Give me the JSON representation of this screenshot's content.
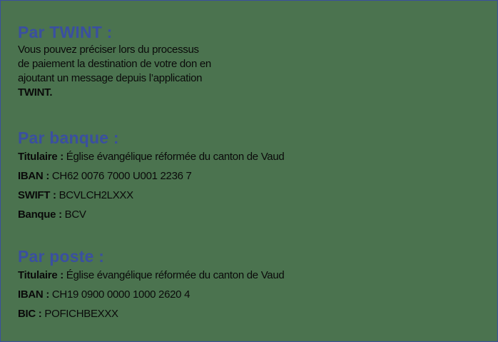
{
  "twint": {
    "heading": "Par TWINT :",
    "lines": [
      "Vous pouvez préciser lors du processus",
      "de paiement la destination de votre don en",
      "ajoutant un message depuis l’application"
    ],
    "last_line": "TWINT."
  },
  "banque": {
    "heading": "Par banque :",
    "rows": [
      {
        "label": "Titulaire :",
        "value": " Église évangélique réformée du canton de Vaud"
      },
      {
        "label": "IBAN :",
        "value": " CH62 0076 7000 U001 2236 7"
      },
      {
        "label": "SWIFT :",
        "value": " BCVLCH2LXXX"
      },
      {
        "label": "Banque :",
        "value": " BCV"
      }
    ]
  },
  "poste": {
    "heading": "Par poste :",
    "rows": [
      {
        "label": "Titulaire :",
        "value": " Église évangélique réformée du canton de Vaud"
      },
      {
        "label": "IBAN :",
        "value": " CH19 0900 0000 1000 2620 4"
      },
      {
        "label": "BIC :",
        "value": " POFICHBEXXX"
      }
    ]
  },
  "colors": {
    "background": "#4b734f",
    "heading": "#3a4fa0",
    "border": "#3a4fa0",
    "text": "#0a0a0a"
  }
}
